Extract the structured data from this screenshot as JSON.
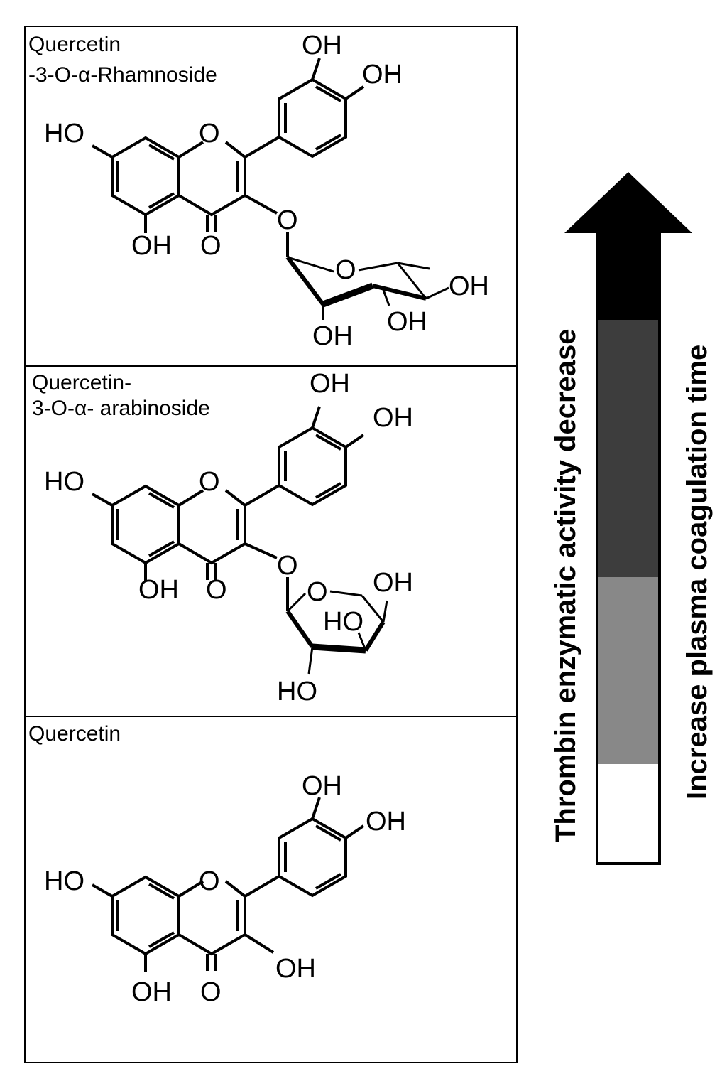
{
  "panels": [
    {
      "label_lines": [
        "Quercetin",
        "-3-O-α-Rhamnoside"
      ],
      "atoms": [
        "HO",
        "O",
        "OH",
        "O",
        "OH",
        "OH",
        "O",
        "O",
        "OH",
        "OH",
        "OH"
      ]
    },
    {
      "label_lines": [
        "Quercetin-",
        "3-O-α- arabinoside"
      ],
      "atoms": [
        "HO",
        "O",
        "OH",
        "O",
        "OH",
        "OH",
        "O",
        "O",
        "OH",
        "HO",
        "HO"
      ]
    },
    {
      "label_lines": [
        "Quercetin"
      ],
      "atoms": [
        "HO",
        "O",
        "OH",
        "O",
        "OH",
        "OH",
        "OH"
      ]
    }
  ],
  "gradient_bar": {
    "label_left": "Thrombin enzymatic activity decrease",
    "label_right": "Increase plasma coagulation time",
    "segment_colors": [
      "#ffffff",
      "#888888",
      "#3d3d3d",
      "#000000"
    ]
  }
}
